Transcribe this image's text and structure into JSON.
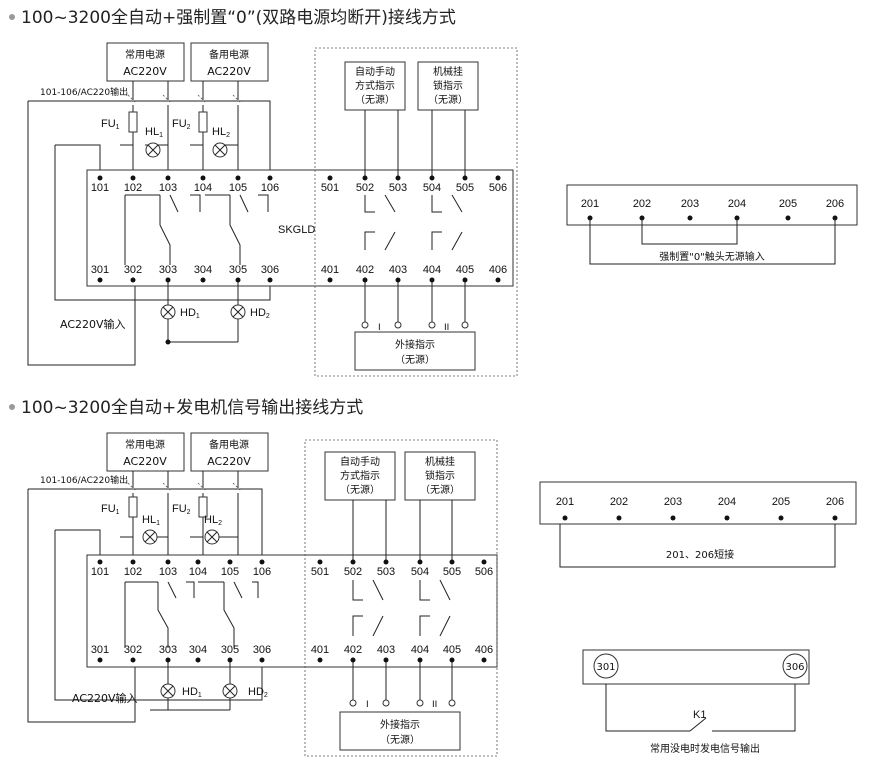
{
  "section1": {
    "heading": "100~3200全自动+强制置“0”(双路电源均断开)接线方式",
    "source_normal": [
      "常用电源",
      "AC220V"
    ],
    "source_backup": [
      "备用电源",
      "AC220V"
    ],
    "output_label": "101-106/AC220输出",
    "fu1": "FU",
    "fu1_sub": "1",
    "fu2": "FU",
    "fu2_sub": "2",
    "hl1": "HL",
    "hl1_sub": "1",
    "hl2": "HL",
    "hl2_sub": "2",
    "hd1": "HD",
    "hd1_sub": "1",
    "hd2": "HD",
    "hd2_sub": "2",
    "device_name": "SKGLD",
    "input_label": "AC220V输入",
    "auto_manual_box": [
      "自动手动",
      "方式指示",
      "（无源）"
    ],
    "mech_lock_box": [
      "机械挂",
      "锁指示",
      "（无源）"
    ],
    "ext_box": [
      "外接指示",
      "（无源）"
    ],
    "roman1": "I",
    "roman2": "II",
    "terminals_top": [
      "101",
      "102",
      "103",
      "104",
      "105",
      "106",
      "501",
      "502",
      "503",
      "504",
      "505",
      "506"
    ],
    "terminals_bottom": [
      "301",
      "302",
      "303",
      "304",
      "305",
      "306",
      "401",
      "402",
      "403",
      "404",
      "405",
      "406"
    ],
    "block200": [
      "201",
      "202",
      "203",
      "204",
      "205",
      "206"
    ],
    "block200_note": "强制置\"0\"触头无源输入"
  },
  "section2": {
    "heading": "100~3200全自动+发电机信号输出接线方式",
    "source_normal": [
      "常用电源",
      "AC220V"
    ],
    "source_backup": [
      "备用电源",
      "AC220V"
    ],
    "output_label": "101-106/AC220输出",
    "fu1": "FU",
    "fu1_sub": "1",
    "fu2": "FU",
    "fu2_sub": "2",
    "hl1": "HL",
    "hl1_sub": "1",
    "hl2": "HL",
    "hl2_sub": "2",
    "hd1": "HD",
    "hd1_sub": "1",
    "hd2": "HD",
    "hd2_sub": "2",
    "input_label": "AC220V输入",
    "auto_manual_box": [
      "自动手动",
      "方式指示",
      "（无源）"
    ],
    "mech_lock_box": [
      "机械挂",
      "锁指示",
      "（无源）"
    ],
    "ext_box": [
      "外接指示",
      "（无源）"
    ],
    "roman1": "I",
    "roman2": "II",
    "terminals_top": [
      "101",
      "102",
      "103",
      "104",
      "105",
      "106",
      "501",
      "502",
      "503",
      "504",
      "505",
      "506"
    ],
    "terminals_bottom": [
      "301",
      "302",
      "303",
      "304",
      "305",
      "306",
      "401",
      "402",
      "403",
      "404",
      "405",
      "406"
    ],
    "block200": [
      "201",
      "202",
      "203",
      "204",
      "205",
      "206"
    ],
    "block200_note": "201、206短接",
    "k_left": "301",
    "k_right": "306",
    "k_label": "K1",
    "k_note": "常用没电时发电信号输出"
  }
}
